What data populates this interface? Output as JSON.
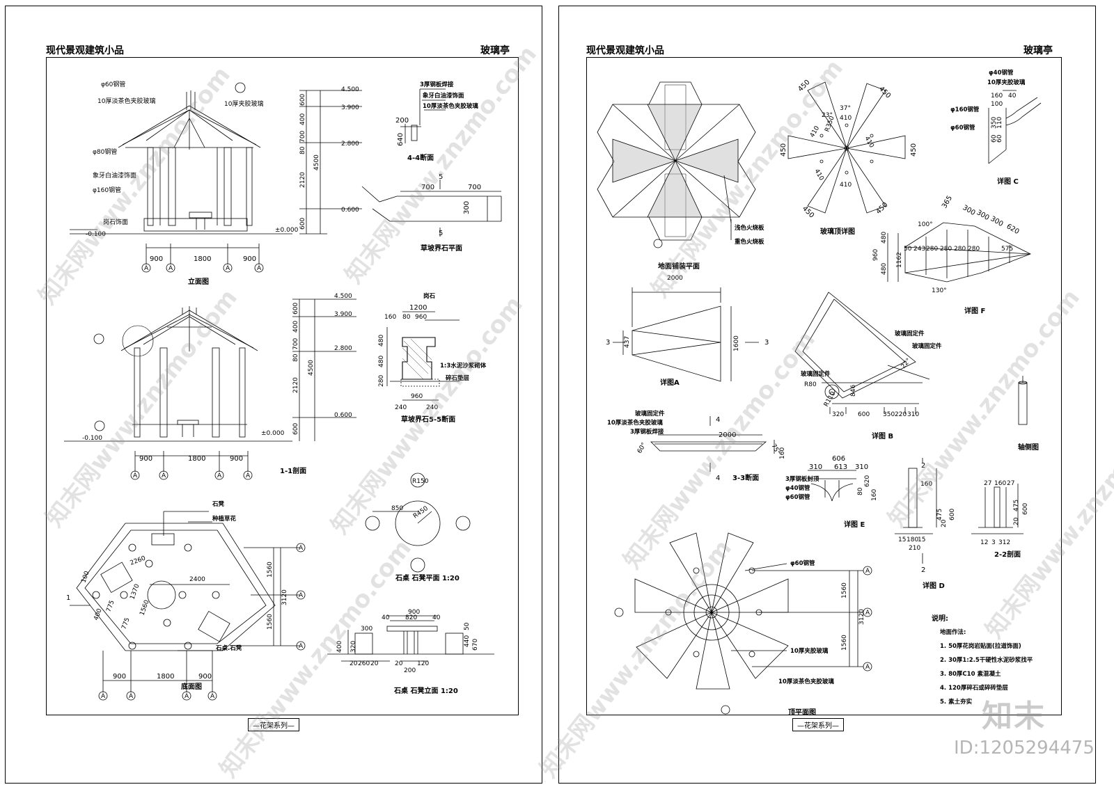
{
  "left_sheet": {
    "header_left": "现代景观建筑小品",
    "header_right": "玻璃亭",
    "series": "—花架系列—",
    "elevation": {
      "caption": "立面图",
      "labels": [
        "φ60钢管",
        "10厚淡茶色夹胶玻璃",
        "10厚夹胶玻璃",
        "φ80钢管",
        "象牙白油漆饰面",
        "φ160钢管",
        "岗石饰面"
      ],
      "dims": [
        "900",
        "1800",
        "900"
      ],
      "levels": [
        "4.500",
        "3.900",
        "2.800",
        "0.600",
        "±0.000",
        "-0.100"
      ],
      "vdims": [
        "600",
        "400",
        "700",
        "80",
        "2120",
        "600",
        "4500"
      ]
    },
    "section_1_1": {
      "caption": "1-1剖面",
      "dims": [
        "900",
        "1800",
        "900"
      ],
      "levels": [
        "4.500",
        "3.900",
        "2.800",
        "0.600",
        "±0.000",
        "-0.100"
      ],
      "vdims": [
        "600",
        "400",
        "700",
        "80",
        "2120",
        "600",
        "4500"
      ]
    },
    "section_4_4": {
      "caption": "4-4断面",
      "labels": [
        "3厚钢板焊接",
        "象牙白油漆饰面",
        "10厚淡茶色夹胶玻璃"
      ],
      "dims": [
        "200",
        "640"
      ]
    },
    "lawn_plan": {
      "caption": "草坡界石平面",
      "dims": [
        "700",
        "700",
        "300"
      ],
      "mark": "5"
    },
    "section_5_5": {
      "caption": "草坡界石5-5断面",
      "labels": [
        "岗石",
        "1:3水泥沙浆砌体",
        "碎石垫层"
      ],
      "dims": [
        "1200",
        "160",
        "80",
        "960",
        "480",
        "480",
        "280",
        "960",
        "240",
        "240"
      ]
    },
    "table_plan": {
      "caption": "石桌  石凳平面  1:20",
      "dims": [
        "R150",
        "850",
        "R450"
      ]
    },
    "table_elev": {
      "caption": "石桌  石凳立面  1:20",
      "dims": [
        "900",
        "820",
        "40",
        "40",
        "300",
        "400",
        "320",
        "20",
        "260",
        "20",
        "20",
        "120",
        "200",
        "50",
        "440",
        "670"
      ]
    },
    "base_plan": {
      "caption": "底面图",
      "labels": [
        "石凳",
        "种植草花",
        "石桌.石凳"
      ],
      "dims": [
        "2260",
        "2400",
        "1560",
        "1560",
        "3120",
        "900",
        "1800",
        "900",
        "1370",
        "1560",
        "775",
        "775",
        "400",
        "100",
        "1"
      ]
    }
  },
  "right_sheet": {
    "header_left": "现代景观建筑小品",
    "header_right": "玻璃亭",
    "series": "—花架系列—",
    "paving_plan": {
      "caption": "地面铺装平面",
      "labels": [
        "浅色火烧板",
        "重色火烧板"
      ]
    },
    "glass_roof_detail": {
      "caption": "玻璃顶详图",
      "dims": [
        "450",
        "450",
        "450",
        "450",
        "450",
        "450",
        "37°",
        "23°",
        "410",
        "410",
        "410",
        "410",
        "410",
        "R350"
      ]
    },
    "detail_c": {
      "caption": "详图 C",
      "labels": [
        "φ40钢管",
        "10厚夹胶玻璃",
        "φ160钢管",
        "φ60钢管"
      ],
      "dims": [
        "160",
        "40",
        "100",
        "350",
        "60",
        "60",
        "110"
      ]
    },
    "detail_f": {
      "caption": "详图 F",
      "dims": [
        "365",
        "300",
        "300",
        "300",
        "620",
        "100°",
        "50",
        "243",
        "280",
        "280",
        "280",
        "280",
        "575",
        "480",
        "480",
        "960",
        "1162",
        "130°"
      ]
    },
    "detail_a": {
      "caption": "详图A",
      "dims": [
        "2000",
        "437",
        "1600",
        "3",
        "3"
      ]
    },
    "detail_b": {
      "caption": "详图 B",
      "labels": [
        "玻璃固定件",
        "玻璃固定件",
        "玻璃固定件"
      ],
      "dims": [
        "R80",
        "R110",
        "320",
        "600",
        "350",
        "220",
        "310",
        "846",
        "22°"
      ]
    },
    "section_3_3": {
      "caption": "3-3断面",
      "labels": [
        "玻璃固定件",
        "10厚淡茶色夹胶玻璃",
        "3厚钢板焊接"
      ],
      "dims": [
        "2000",
        "60°",
        "75°",
        "160",
        "4"
      ]
    },
    "detail_e": {
      "caption": "详图 E",
      "labels": [
        "3厚钢板封顶",
        "φ40钢管",
        "φ60钢管"
      ],
      "dims": [
        "606",
        "310",
        "613",
        "310",
        "80",
        "620",
        "160"
      ]
    },
    "detail_d": {
      "caption": "详图 D",
      "dims": [
        "160",
        "475",
        "20",
        "600",
        "15",
        "180",
        "15",
        "210",
        "2"
      ]
    },
    "section_2_2": {
      "caption": "2-2剖面",
      "dims": [
        "27",
        "160",
        "27",
        "600",
        "20",
        "475",
        "12",
        "3",
        "312"
      ]
    },
    "axis_view": {
      "caption": "轴侧图"
    },
    "top_plan": {
      "caption": "顶平面图",
      "labels": [
        "φ60钢管",
        "10厚夹胶玻璃",
        "10厚淡茶色夹胶玻璃"
      ],
      "dims": [
        "1560",
        "1560",
        "3120"
      ]
    },
    "notes": {
      "title": "说明:",
      "subtitle": "地面作法:",
      "items": [
        "1. 50厚花岗岩贴面(拉道饰面)",
        "2. 30厚1:2.5干硬性水泥砂浆找平",
        "3. 80厚C10 素混凝土",
        "4. 120厚碎石或碎砖垫层",
        "5. 素土夯实"
      ]
    }
  },
  "watermark": {
    "text": "知末网www.znzmo.com",
    "brand": "知末",
    "id": "ID:1205294475"
  }
}
